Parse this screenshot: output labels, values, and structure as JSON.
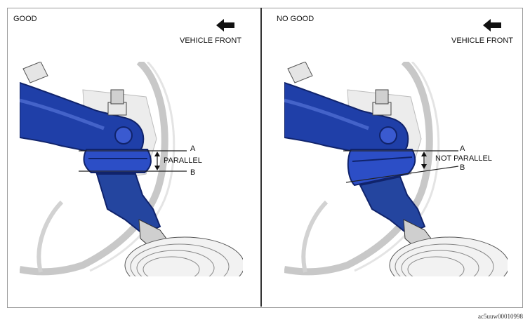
{
  "panels": {
    "good": {
      "title": "GOOD",
      "direction": "VEHICLE FRONT",
      "label_a": "A",
      "label_b": "B",
      "relation": "PARALLEL"
    },
    "no_good": {
      "title": "NO GOOD",
      "direction": "VEHICLE FRONT",
      "label_a": "A",
      "label_b": "B",
      "relation": "NOT PARALLEL"
    }
  },
  "code": "ac5uuw00010998",
  "colors": {
    "arm_blue": "#1f3fa8",
    "arm_dark": "#10236b",
    "boot_blue": "#2c4ec6",
    "metal_gray": "#d9d9d9",
    "line": "#222222"
  }
}
